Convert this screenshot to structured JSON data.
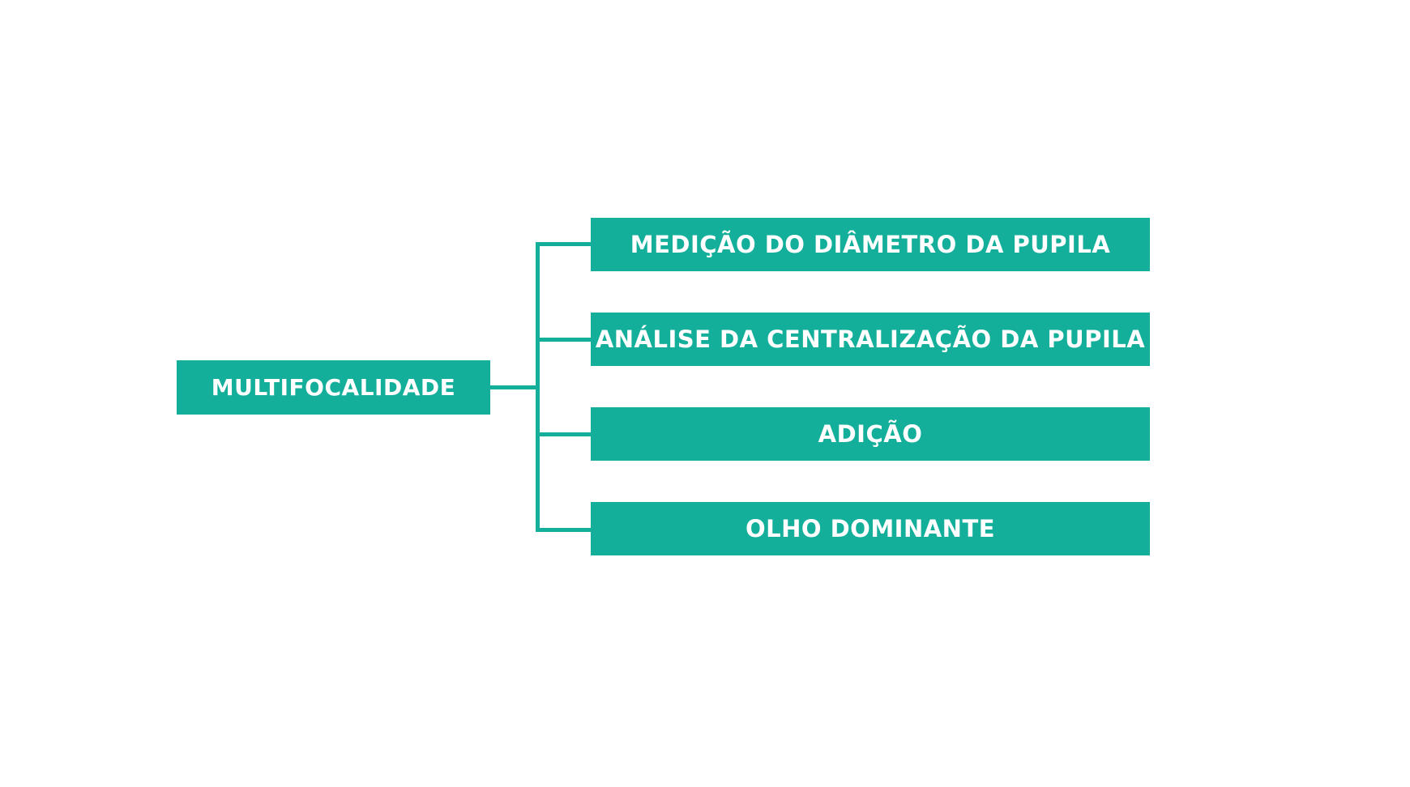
{
  "diagram": {
    "root": {
      "label": "MULTIFOCALIDADE"
    },
    "children": [
      {
        "label": "MEDIÇÃO DO DIÂMETRO DA PUPILA"
      },
      {
        "label": "ANÁLISE DA CENTRALIZAÇÃO DA PUPILA"
      },
      {
        "label": "ADIÇÃO"
      },
      {
        "label": "OLHO DOMINANTE"
      }
    ],
    "colors": {
      "box_fill": "#13af9a",
      "connector": "#13af9a",
      "text": "#ffffff",
      "background": "#ffffff"
    }
  }
}
